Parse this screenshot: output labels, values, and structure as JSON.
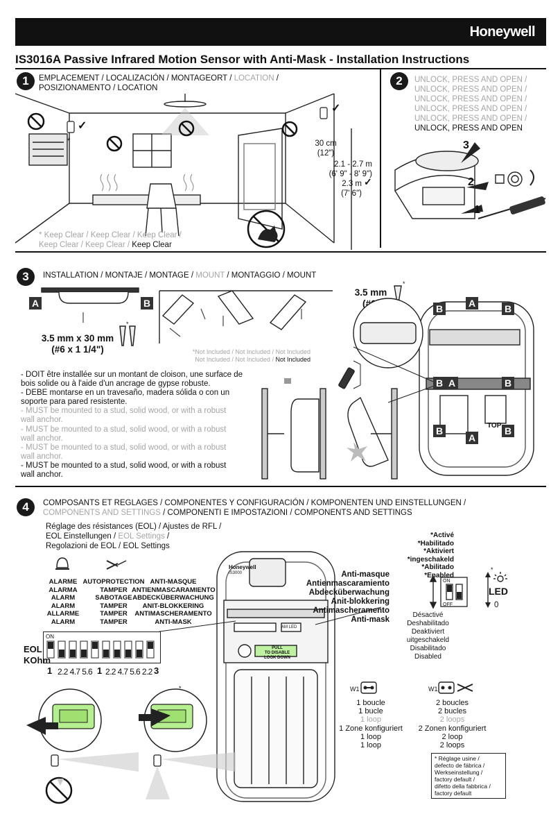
{
  "header": {
    "brand": "Honeywell",
    "title": "IS3016A  Passive Infrared Motion Sensor with Anti-Mask  -  Installation Instructions"
  },
  "step1": {
    "number": "1",
    "heading": [
      "EMPLACEMENT / LOCALIZACIÓN / MONTAGEORT / ",
      "LOCATION",
      " /",
      "POSIZIONAMENTO / LOCATION"
    ],
    "dim_30": "30 cm",
    "dim_30_in": "(12\")",
    "dim_range": "2.1 - 2.7 m",
    "dim_range_ft": "(6' 9\" - 8' 9\")",
    "dim_23": "2.3 m",
    "dim_23_ft": "(7' 6\")",
    "keep_clear_gray_1": "* Keep Clear / Keep Clear / Keep Clear /",
    "keep_clear_gray_2": "Keep Clear / Keep Clear / ",
    "keep_clear_black": "Keep Clear",
    "check": "✓",
    "asterisk": "*"
  },
  "step2": {
    "number": "2",
    "lines_gray": [
      "UNLOCK, PRESS AND OPEN  /",
      "UNLOCK, PRESS AND OPEN  /",
      "UNLOCK, PRESS AND OPEN  /",
      "UNLOCK, PRESS AND OPEN  /",
      "UNLOCK, PRESS AND OPEN  /"
    ],
    "line_black": "UNLOCK, PRESS AND OPEN",
    "callouts": [
      "3",
      "2",
      "1"
    ]
  },
  "step3": {
    "number": "3",
    "heading_pre": "INSTALLATION / MONTAJE / MONTAGE / ",
    "heading_gray": "MOUNT",
    "heading_post": " / MONTAGGIO / MOUNT",
    "label_a": "A",
    "label_b": "B",
    "screw_35x30": "3.5 mm x 30 mm",
    "screw_35x30_in": "(#6 x 1 1/4\")",
    "screw_35": "3.5 mm",
    "screw_35_in": "(#6)",
    "not_included_gray_1": "*Not Included /  Not Included / Not Included",
    "not_included_gray_2": "Not Included /  Not Included / ",
    "not_included_black": " Not Included",
    "instructions": [
      {
        "text": "- DOIT être installée sur un montant de cloison, une surface de",
        "gray": false
      },
      {
        "text": "  bois solide ou à l'aide d'un ancrage de gypse robuste.",
        "gray": false
      },
      {
        "text": "- DEBE montarse en un travesaño, madera sólida o con un",
        "gray": false
      },
      {
        "text": "  soporte para pared resistente.",
        "gray": false
      },
      {
        "text": "- MUST be mounted to a stud, solid wood, or with a robust",
        "gray": true
      },
      {
        "text": "  wall anchor.",
        "gray": true
      },
      {
        "text": "- MUST be mounted to a stud, solid wood, or with a robust",
        "gray": true
      },
      {
        "text": "  wall anchor.",
        "gray": true
      },
      {
        "text": "- MUST be mounted to a stud, solid wood, or with a robust",
        "gray": true
      },
      {
        "text": "  wall anchor.",
        "gray": true
      },
      {
        "text": "- MUST be mounted to a stud, solid wood, or with a robust",
        "gray": false
      },
      {
        "text": "  wall anchor.",
        "gray": false
      }
    ],
    "top_label": "TOP"
  },
  "step4": {
    "number": "4",
    "heading_1": "COMPOSANTS ET REGLAGES / COMPONENTES Y CONFIGURACIÓN / KOMPONENTEN UND EINSTELLUNGEN /",
    "heading_2_gray": "COMPONENTS AND SETTINGS",
    "heading_2_post": " / COMPONENTI E IMPOSTAZIONI / COMPONENTS AND SETTINGS",
    "eol_heading_1": "Réglage des résistances (EOL) / Ajustes de RFL /",
    "eol_heading_2_pre": "EOL Einstellungen / ",
    "eol_heading_2_gray": "EOL Settings",
    "eol_heading_2_post": " /",
    "eol_heading_3": "Regolazioni de EOL / EOL Settings",
    "alarm_col": [
      "ALARME",
      "ALARMA",
      "ALARM",
      "ALARM",
      "ALLARME",
      "ALARM"
    ],
    "tamper_col": [
      "AUTOPROTECTION",
      "TAMPER",
      "SABOTAGE",
      "TAMPER",
      "TAMPER",
      "TAMPER"
    ],
    "antimask_col": [
      "ANTI-MASQUE",
      "ANTIENMASCARAMIENTO",
      "ABDECKÜBERWACHUNG",
      "ANIT-BLOKKERING",
      "ANTIMASCHERAMENTO",
      "ANTI-MASK"
    ],
    "eol_label": "EOL",
    "kohm_label": "KOhm",
    "on_label": "ON",
    "dip_values": [
      "1",
      "2.2",
      "4.7",
      "5.6",
      "1",
      "2.2",
      "4.7",
      "5.6",
      "2.2",
      "3"
    ],
    "antimask_titles": [
      "Anti-masque",
      "Antienmascaramiento",
      "Abdecküberwachung",
      "Anit-blokkering",
      "Antimascheramento",
      "Anti-mask"
    ],
    "enabled_list": [
      "*Activé",
      "*Habilitado",
      "*Aktiviert",
      "*ingeschakeld",
      "*Abilitado",
      "*Enabled"
    ],
    "disabled_list": [
      "Désactivé",
      "Deshabilitado",
      "Deaktiviert",
      "uitgeschakeld",
      "Disabilitado",
      "Disabled"
    ],
    "led_label": "LED",
    "led_zero": "0",
    "switch_on": "ON",
    "switch_off": "OFF",
    "w1_label": "W1",
    "one_loop": [
      {
        "text": "1 boucle",
        "gray": false
      },
      {
        "text": "1 bucle",
        "gray": false
      },
      {
        "text": "1 loop",
        "gray": true
      },
      {
        "text": "1 Zone konfiguriert",
        "gray": false
      },
      {
        "text": "1 loop",
        "gray": false
      },
      {
        "text": "1 loop",
        "gray": false
      }
    ],
    "two_loops": [
      {
        "text": "2 boucles",
        "gray": false
      },
      {
        "text": "2 bucles",
        "gray": false
      },
      {
        "text": "2 loops",
        "gray": true
      },
      {
        "text": "2 Zonen konfiguriert",
        "gray": false
      },
      {
        "text": "2 loop",
        "gray": false
      },
      {
        "text": "2 loops",
        "gray": false
      }
    ],
    "factory_default": [
      "* Réglage usine /",
      "defecto de fábrica /",
      "Werkseinstellung /",
      "factory default /",
      "difetto della fabbrica /",
      "factory default"
    ],
    "pcb_brand": "Honeywell",
    "pcb_model": "IS3000",
    "pcb_pull": "PULL",
    "pcb_disable": "TO DISABLE",
    "pcb_lookdown": "LOOK DOWN",
    "pcb_am_led": "AM  LED"
  }
}
